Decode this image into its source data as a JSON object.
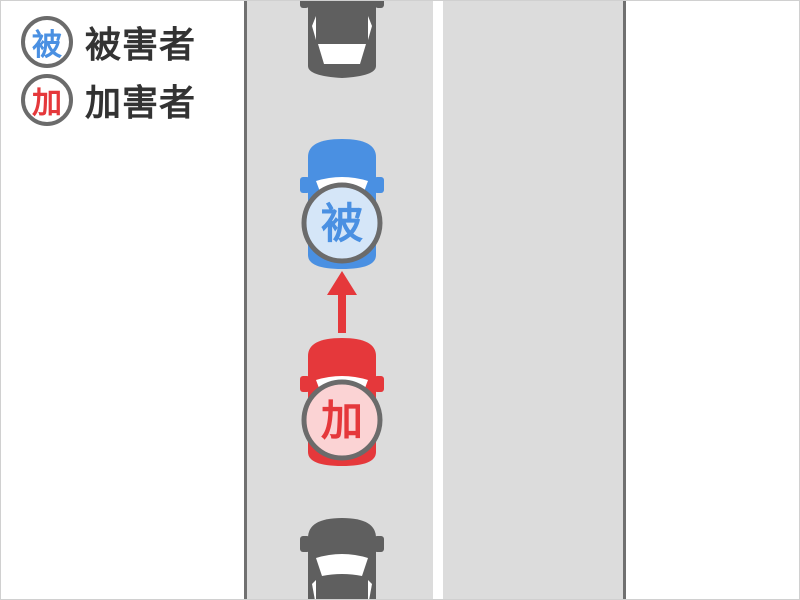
{
  "legend": {
    "victim": {
      "badge": "被",
      "label": "被害者",
      "color": "#4a90e2"
    },
    "offender": {
      "badge": "加",
      "label": "加害者",
      "color": "#e5383b"
    }
  },
  "vehicles": {
    "victim": {
      "badge": "被",
      "color": "#4a90e2",
      "window_color": "#d5e6f8"
    },
    "offender": {
      "badge": "加",
      "color": "#e5383b",
      "window_color": "#fbd3d4"
    },
    "other_color": "#5f5f5f"
  },
  "colors": {
    "road": "#dcdcdc",
    "road_edge": "#707070",
    "lane_line": "#ffffff",
    "arrow": "#e5383b",
    "badge_ring": "#6b6b6b"
  }
}
